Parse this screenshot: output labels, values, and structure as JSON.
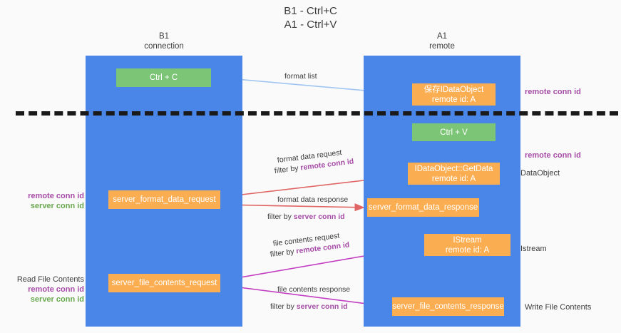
{
  "title": {
    "line1": "B1 - Ctrl+C",
    "line2": "A1 - Ctrl+V"
  },
  "columns": {
    "left": {
      "name": "B1",
      "role": "connection"
    },
    "right": {
      "name": "A1",
      "role": "remote"
    }
  },
  "boxes": {
    "ctrl_c": {
      "label": "Ctrl + C",
      "color": "#7cc576"
    },
    "save_idataobject": {
      "line1": "保存IDataObject",
      "line2": "remote id: A",
      "color": "#fbad52"
    },
    "ctrl_v": {
      "label": "Ctrl + V",
      "color": "#7cc576"
    },
    "getdata": {
      "line1": "IDataObject::GetData",
      "line2": "remote id: A",
      "color": "#fbad52"
    },
    "server_format_data_request": {
      "label": "server_format_data_request",
      "color": "#fbad52"
    },
    "server_format_data_response": {
      "label": "server_format_data_response",
      "color": "#fbad52"
    },
    "istream": {
      "line1": "IStream",
      "line2": "remote id: A",
      "color": "#fbad52"
    },
    "server_file_contents_request": {
      "label": "server_file_contents_request",
      "color": "#fbad52"
    },
    "server_file_contents_response": {
      "label": "server_file_contents_response",
      "color": "#fbad52"
    }
  },
  "right_annotations": {
    "remote_conn_id_top": "remote conn id",
    "remote_conn_id_mid": "remote conn id",
    "dataobject": "DataObject",
    "istream": "Istream",
    "write_file_contents": "Write File Contents"
  },
  "left_annotations": {
    "remote_conn_id_1": "remote conn id",
    "server_conn_id_1": "server conn id",
    "read_file_contents": "Read File Contents",
    "remote_conn_id_2": "remote conn id",
    "server_conn_id_2": "server conn id"
  },
  "flow_labels": {
    "format_list": "format list",
    "format_data_request": "format data request",
    "format_data_request_filter_prefix": "filter by ",
    "format_data_request_filter_key": "remote conn id",
    "format_data_response": "format data response",
    "format_data_response_filter_prefix": "filter by ",
    "format_data_response_filter_key": "server conn id",
    "file_contents_request": "file contents request",
    "file_contents_request_filter_prefix": "filter by ",
    "file_contents_request_filter_key": "remote conn id",
    "file_contents_response": "file contents response",
    "file_contents_response_filter_prefix": "filter by ",
    "file_contents_response_filter_key": "server conn id"
  },
  "colors": {
    "lane": "#4a86e8",
    "green_box": "#7cc576",
    "orange_box": "#fbad52",
    "purple_text": "#a64ca6",
    "green_text": "#6aa84f",
    "light_blue_arrow": "#9fc5f0",
    "red_arrow": "#e06666",
    "magenta_arrow": "#c23fc2",
    "black_arrow": "#000000",
    "background": "#fafafa",
    "divider": "#1a1a1a"
  }
}
